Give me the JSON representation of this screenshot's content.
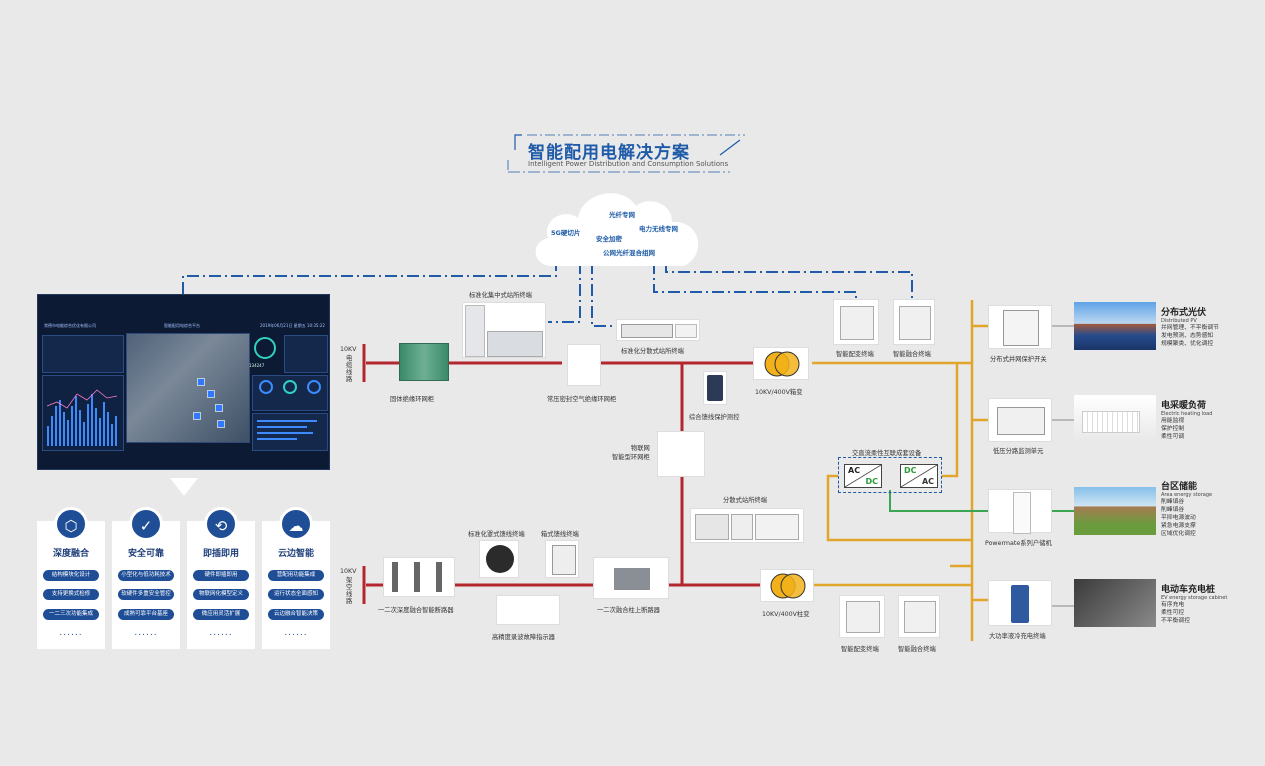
{
  "title": {
    "main": "智能配用电解决方案",
    "sub": "Intelligent Power Distribution and Consumption Solutions"
  },
  "cloud": {
    "items": [
      "光纤专网",
      "5G硬切片",
      "电力无线专网",
      "安全加密",
      "公网光纤混合组网"
    ]
  },
  "voltage_labels": {
    "cable_kv": "10KV",
    "cable_type": "电缆线路",
    "overhead_kv": "10KV",
    "overhead_type": "架空线路"
  },
  "devices": {
    "solid_ring": "固体绝缘环网柜",
    "std_central_ftu": "标准化集中式站所终端",
    "std_distributed_ftu": "标准化分散式站所终端",
    "gas_ring": "常压密封空气绝缘环网柜",
    "iot_ring": "物联网\n智能型环网柜",
    "feeder_protect": "综合馈线保护测控",
    "distributed_ftu": "分散式站所终端",
    "transformer_top": "10KV/400V箱变",
    "transformer_bottom": "10KV/400V柱变",
    "smart_dist_top": "智能配变终端",
    "smart_fusion_top": "智能融合终端",
    "smart_dist_bottom": "智能配变终端",
    "smart_fusion_bottom": "智能融合终端",
    "acdc_device": "交直流柔性互联成套设备",
    "primary_breaker": "一二次深度融合智能断路器",
    "std_feeder_terminal": "标准化罩式馈线终端",
    "box_feeder_terminal": "箱式馈线终端",
    "fault_indicator": "高精度录波故障指示器",
    "pole_switch": "一二次融合柱上断路器",
    "pv_protect_switch": "分布式并网保护开关",
    "low_branch_monitor": "低压分路监测单元",
    "home_storage": "Powermate系列户储机",
    "ev_charger": "大功率液冷充电终端"
  },
  "acdc_labels": {
    "left_top": "AC",
    "left_bottom": "DC",
    "right_top": "DC",
    "right_bottom": "AC"
  },
  "cards": [
    {
      "title": "深度融合",
      "icon": "bolt-hex-icon",
      "items": [
        "结构模块化设计",
        "支持更换式检修",
        "一二三次功能集成"
      ],
      "more": "......"
    },
    {
      "title": "安全可靠",
      "icon": "shield-check-icon",
      "items": [
        "小型化与低功耗技术",
        "软硬件多重安全管控",
        "成熟可靠平台基座"
      ],
      "more": "......"
    },
    {
      "title": "即插即用",
      "icon": "plug-icon",
      "items": [
        "硬件即插即用",
        "物联网化模型定义",
        "微应用灵活扩展"
      ],
      "more": "......"
    },
    {
      "title": "云边智能",
      "icon": "cloud-network-icon",
      "items": [
        "营配用功能集成",
        "运行状态全面感知",
        "云边融合智能决策"
      ],
      "more": "......"
    }
  ],
  "right": [
    {
      "title": "分布式光伏",
      "en": "Distributed PV",
      "items": [
        "并网管理、不平衡调节",
        "发电预测、态势感知",
        "规模聚类、优化调控"
      ]
    },
    {
      "title": "电采暖负荷",
      "en": "Electric heating load",
      "items": [
        "用能监视",
        "保护控制",
        "柔性可调"
      ]
    },
    {
      "title": "台区储能",
      "en": "Area energy storage",
      "items": [
        "削峰填谷",
        "削峰填谷",
        "平抑电源波动",
        "紧急电源支撑",
        "区域优化调控"
      ]
    },
    {
      "title": "电动车充电桩",
      "en": "EV energy storage cabinet",
      "items": [
        "有序充电",
        "柔性可控",
        "不平衡调控"
      ]
    }
  ],
  "dashboard": {
    "org": "常德市电能综合优化有限公司",
    "platform": "智能配用电综合平台",
    "date": "2019年06月21日 星期五 10:35:22",
    "big_value": "134247"
  },
  "colors": {
    "red_line": "#b3262d",
    "gold_line": "#e0a52a",
    "green_line": "#3aa552",
    "blue_dash": "#1f5ba8",
    "card_blue": "#1f4e96"
  }
}
